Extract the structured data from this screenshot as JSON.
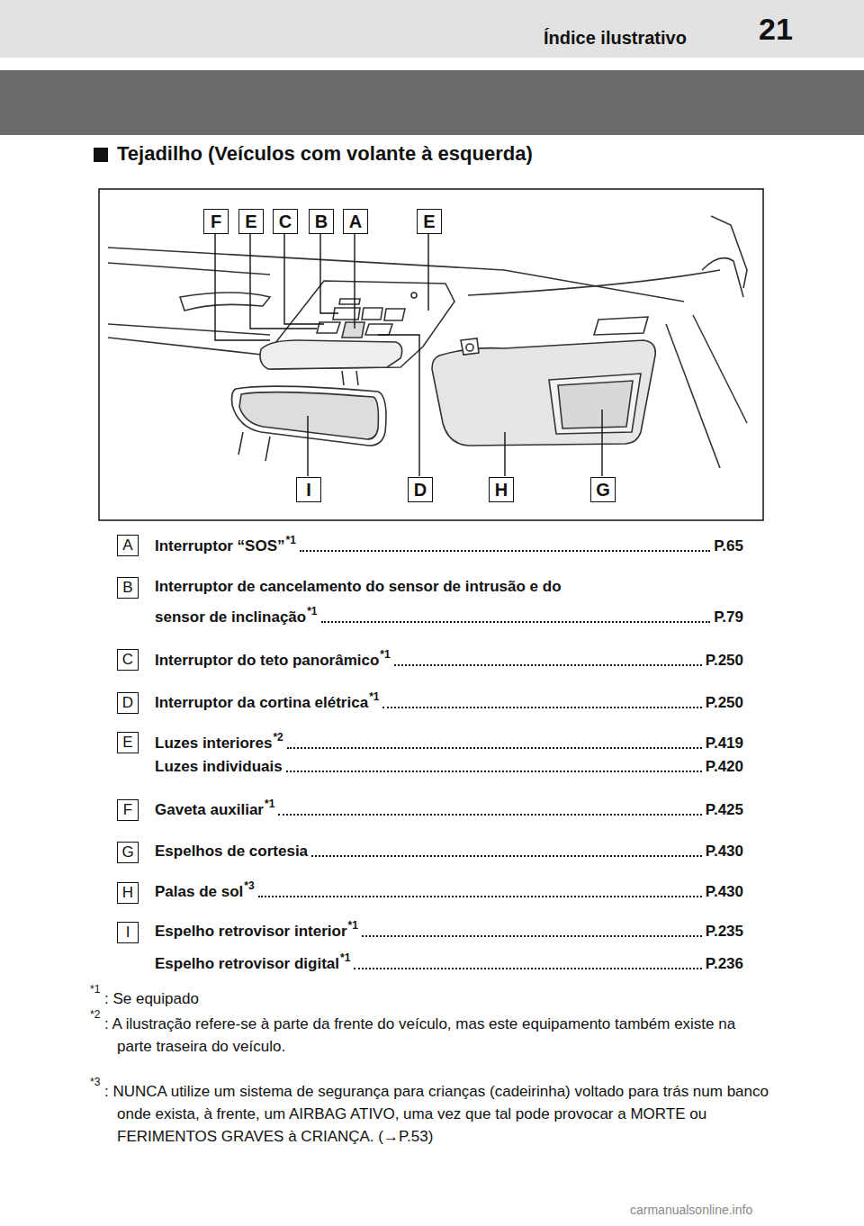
{
  "diagram": {
    "title": "Tejadilho (Veículos com volante à esquerda)",
    "labels": [
      "21",
      "Índice ilustrativo",
      "F",
      "E",
      "C",
      "B",
      "A",
      "E",
      "I",
      "D",
      "H",
      "G",
      "A",
      "Interruptor “SOS”",
      "*1",
      "P.65",
      "B",
      "Interruptor de cancelamento do sensor de intrusão e do",
      "sensor de inclinação",
      "*1",
      "P.79",
      "C",
      "Interruptor do teto panorâmico",
      "*1",
      "P.250",
      "D",
      "Interruptor da cortina elétrica",
      "*1",
      "P.250",
      "E",
      "Luzes interiores",
      "*2",
      "P.419",
      "Luzes individuais",
      "P.420",
      "F",
      "Gaveta auxiliar",
      "*1",
      "P.425",
      "G",
      "Espelhos de cortesia",
      "P.430",
      "H",
      "Palas de sol",
      "*3",
      "P.430",
      "I",
      "Espelho retrovisor interior",
      "*1",
      "P.235",
      "Espelho retrovisor digital",
      "*1",
      "P.236",
      "*1",
      ": Se equipado",
      "*2",
      ": A ilustração refere-se à parte da frente do veículo, mas este equipamento também existe na parte traseira do veículo.",
      "*3",
      ": NUNCA utilize um sistema de segurança para crianças (cadeirinha) voltado para trás num banco onde exista, à frente, um AIRBAG ATIVO, uma vez que tal pode provocar a MORTE ou FERIMENTOS GRAVES à CRIANÇA. (→P.53)",
      "carmanualsonline.info"
    ]
  }
}
